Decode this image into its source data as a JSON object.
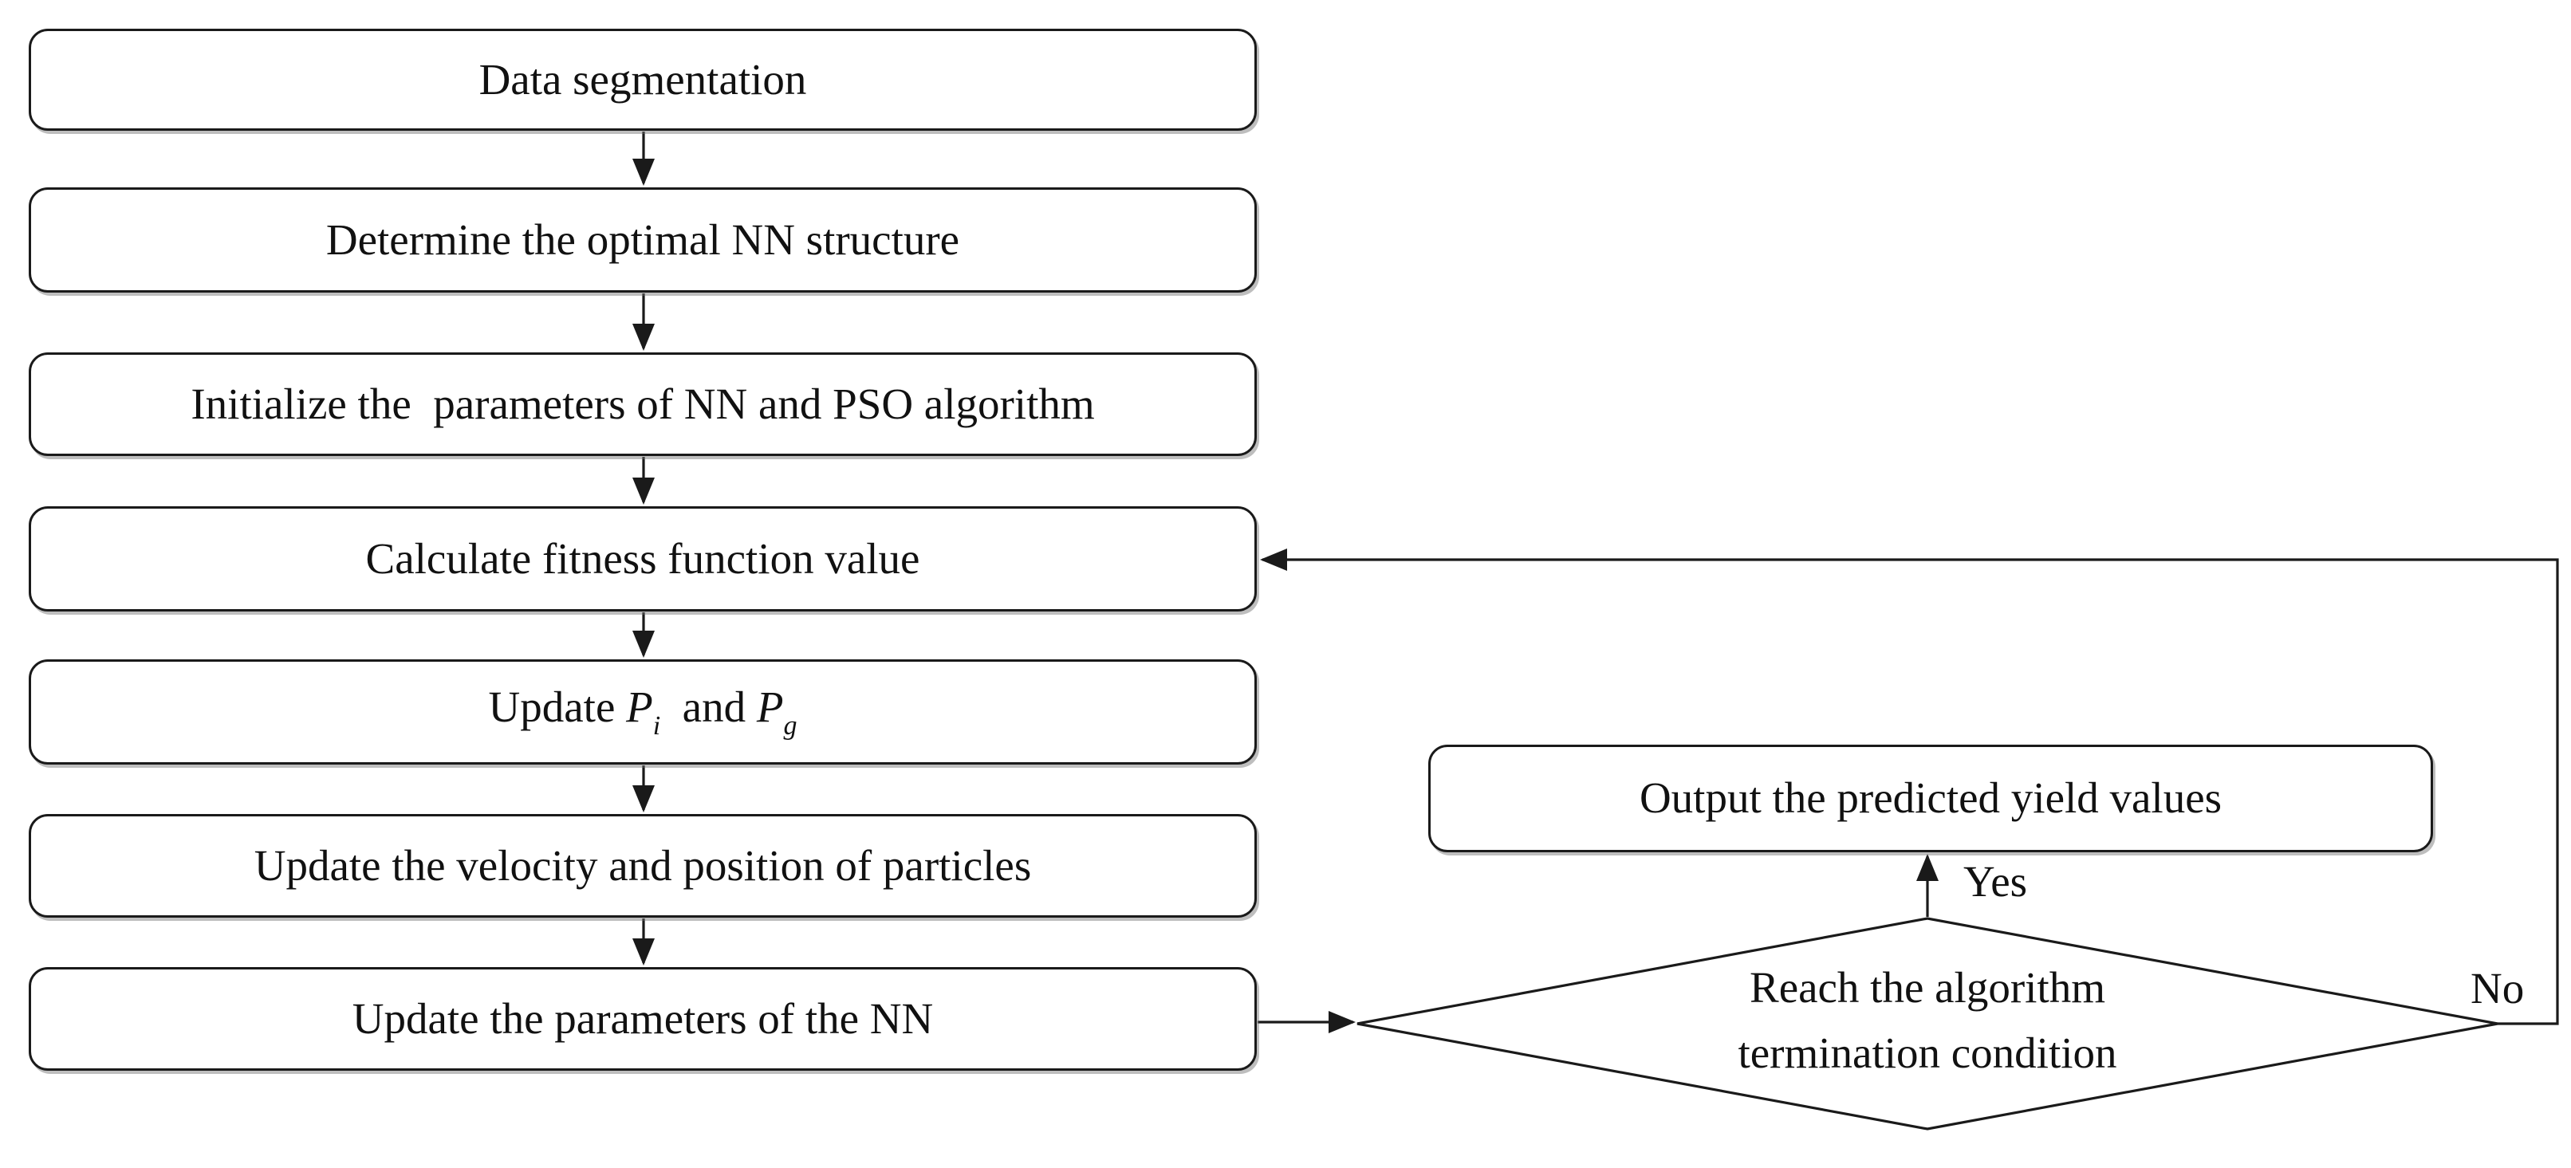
{
  "nodes": {
    "box1": {
      "label": "Data segmentation"
    },
    "box2": {
      "label": "Determine the optimal NN structure"
    },
    "box3": {
      "label": "Initialize the  parameters of NN and PSO algorithm"
    },
    "box4": {
      "label": "Calculate fitness function value"
    },
    "box5": {
      "pre": "Update ",
      "var1": "P",
      "sub1": "i",
      "mid": "  and ",
      "var2": "P",
      "sub2": "g"
    },
    "box6": {
      "label": "Update the velocity and position of particles"
    },
    "box7": {
      "label": "Update the parameters of the NN"
    },
    "decision": {
      "line1": "Reach the algorithm",
      "line2": "termination condition"
    },
    "output": {
      "label": "Output the predicted yield values"
    }
  },
  "edge_labels": {
    "yes": "Yes",
    "no": "No"
  },
  "colors": {
    "stroke": "#1a1a1a",
    "fill": "#ffffff",
    "text": "#111111",
    "background": "#ffffff"
  }
}
